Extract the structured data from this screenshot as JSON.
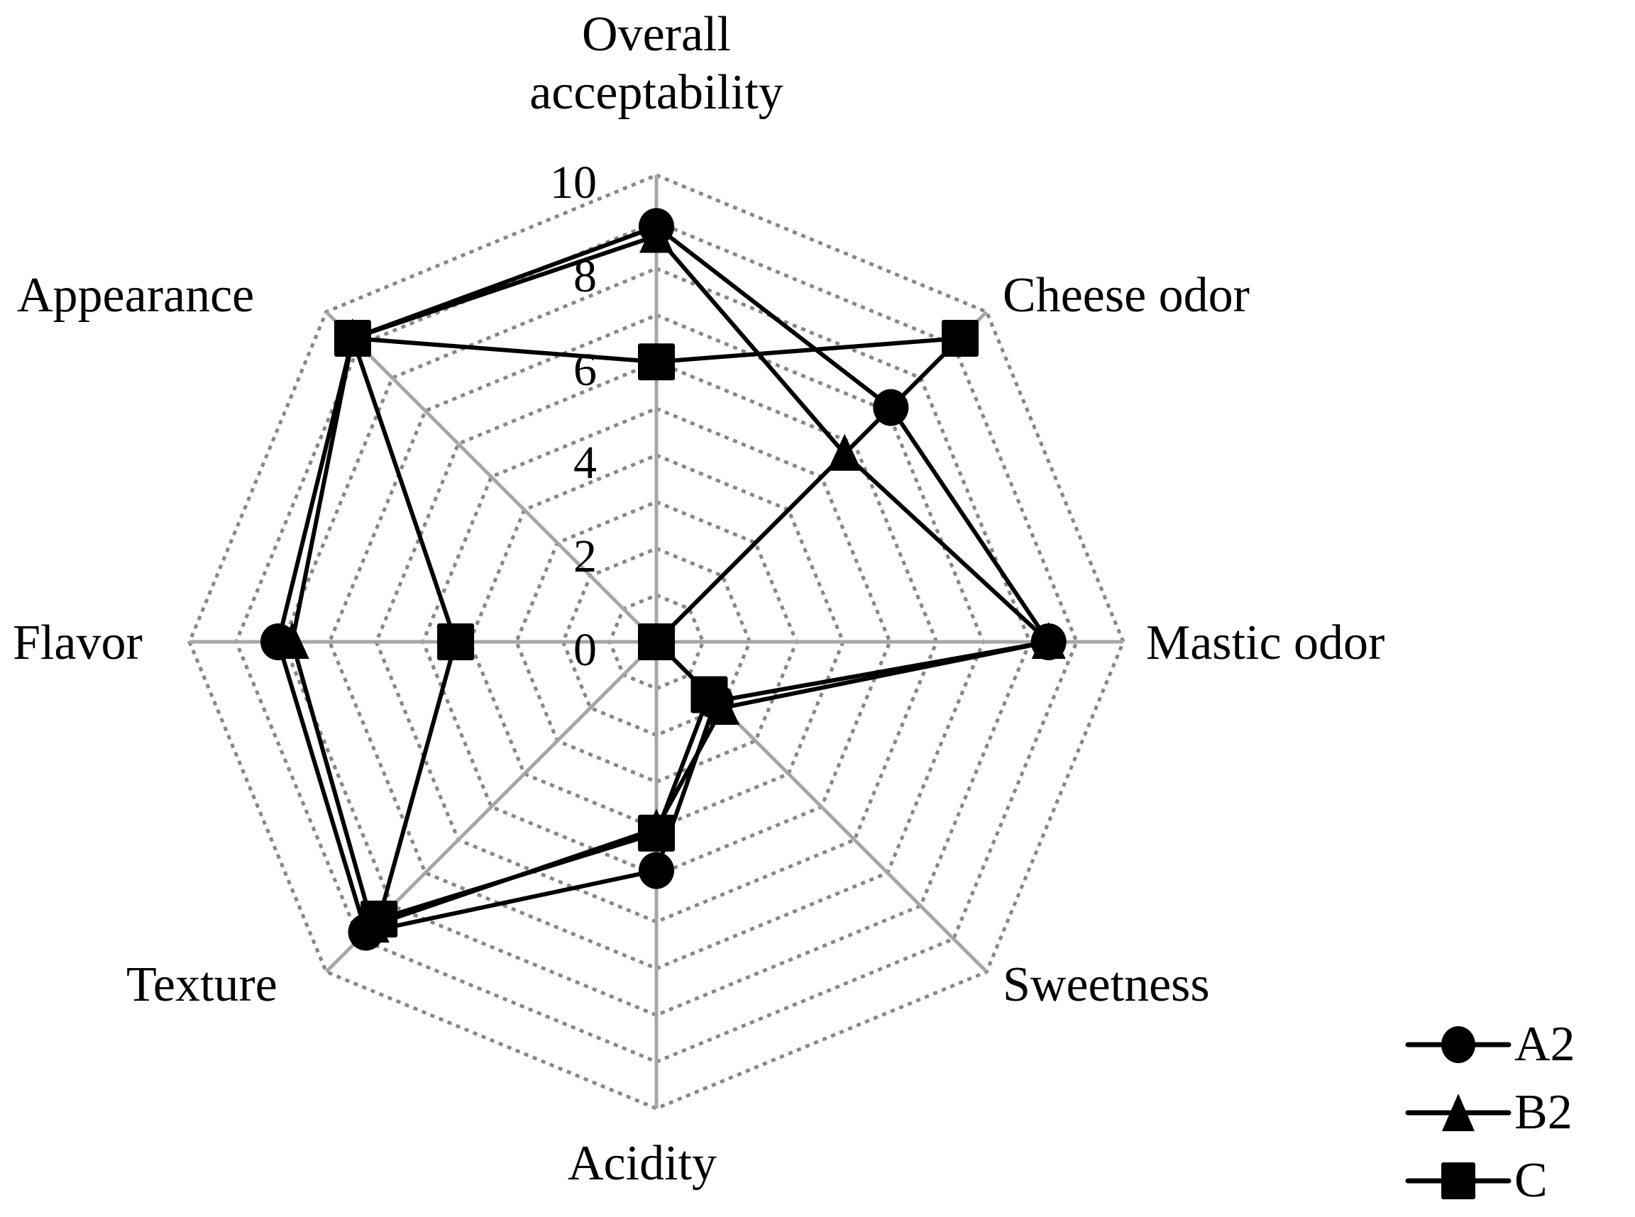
{
  "chart_data": {
    "type": "radar",
    "title": "",
    "axes": [
      "Overall acceptability",
      "Cheese odor",
      "Mastic odor",
      "Sweetness",
      "Acidity",
      "Texture",
      "Flavor",
      "Appearance"
    ],
    "axis_label_lines": [
      [
        "Overall",
        "acceptability"
      ],
      [
        "Cheese odor"
      ],
      [
        "Mastic odor"
      ],
      [
        "Sweetness"
      ],
      [
        "Acidity"
      ],
      [
        "Texture"
      ],
      [
        "Flavor"
      ],
      [
        "Appearance"
      ]
    ],
    "radial_range": [
      0,
      10
    ],
    "radial_ticks": [
      "0",
      "2",
      "4",
      "6",
      "8",
      "10"
    ],
    "grid": "dotted polygon rings",
    "legend_position": "bottom-right",
    "series": [
      {
        "name": "A2",
        "marker": "circle",
        "values": [
          8.9,
          7.1,
          8.4,
          1.8,
          4.9,
          8.8,
          8.1,
          9.2
        ]
      },
      {
        "name": "B2",
        "marker": "triangle",
        "values": [
          8.7,
          5.7,
          8.4,
          2.0,
          4.0,
          8.6,
          7.8,
          9.2
        ]
      },
      {
        "name": "C",
        "marker": "square",
        "values": [
          6.0,
          9.2,
          0.0,
          1.6,
          4.1,
          8.4,
          4.3,
          9.2
        ]
      }
    ]
  },
  "legend": {
    "items": [
      {
        "label": "A2",
        "marker": "circle"
      },
      {
        "label": "B2",
        "marker": "triangle"
      },
      {
        "label": "C",
        "marker": "square"
      }
    ]
  },
  "colors": {
    "series_line": "#000000",
    "spoke": "#a6a6a6",
    "grid": "#878787"
  }
}
